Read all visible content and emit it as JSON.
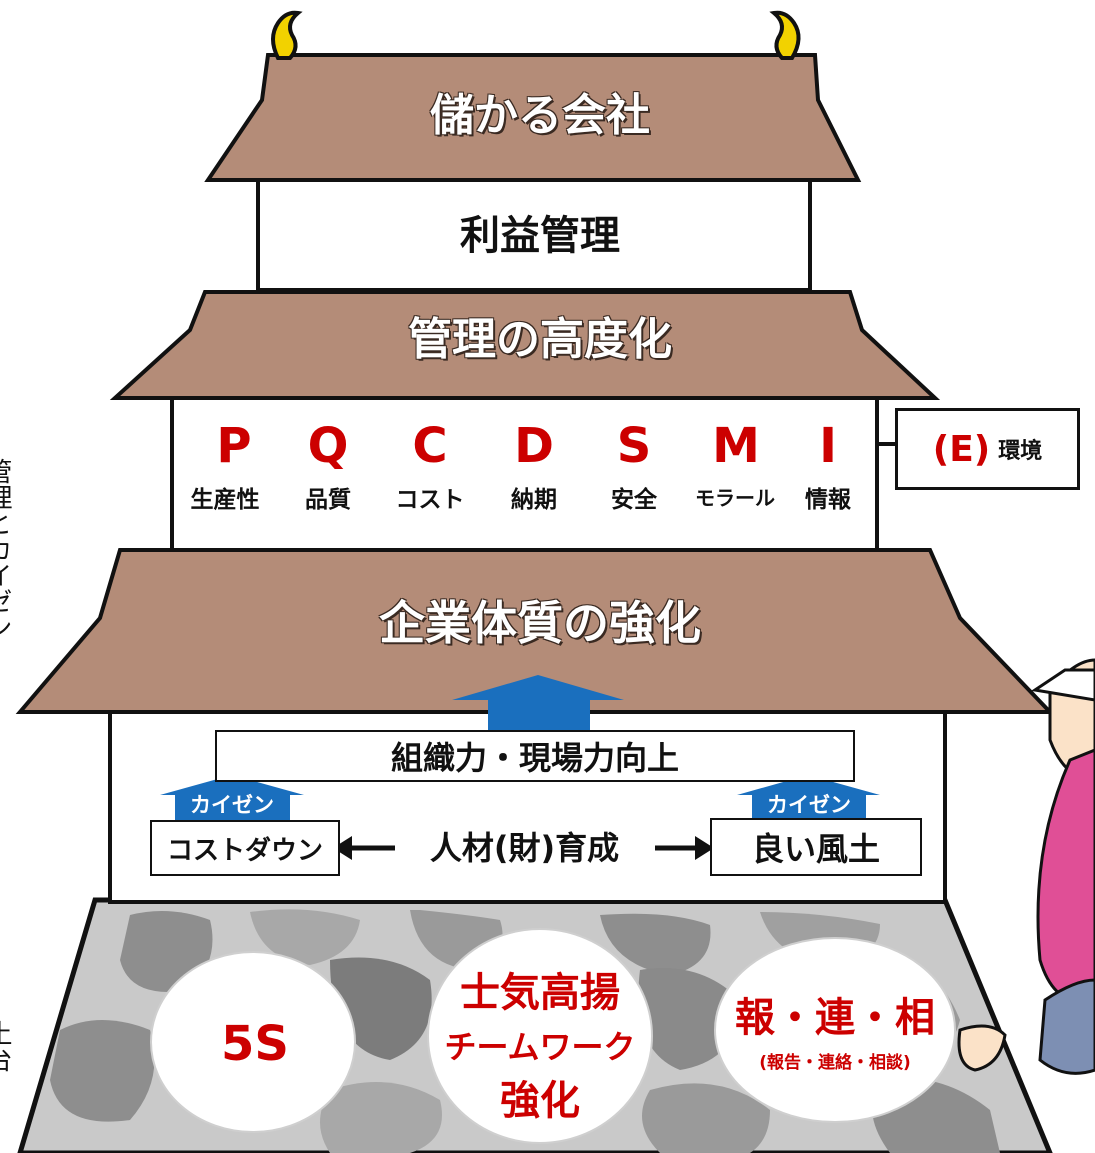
{
  "roof_top": "儲かる会社",
  "level_profit": "利益管理",
  "roof_middle": "管理の高度化",
  "pqcdsmi": [
    {
      "letter": "P",
      "label": "生産性"
    },
    {
      "letter": "Q",
      "label": "品質"
    },
    {
      "letter": "C",
      "label": "コスト"
    },
    {
      "letter": "D",
      "label": "納期"
    },
    {
      "letter": "S",
      "label": "安全"
    },
    {
      "letter": "M",
      "label": "モラール"
    },
    {
      "letter": "I",
      "label": "情報"
    }
  ],
  "side_box": {
    "letter": "(E)",
    "label": "環境"
  },
  "roof_bottom": "企業体質の強化",
  "org_box": "組織力・現場力向上",
  "kaizen_left": "カイゼン",
  "kaizen_right": "カイゼン",
  "cost_down": "コストダウン",
  "hr_dev": "人材(財)育成",
  "good_culture": "良い風土",
  "stones": {
    "five_s": "5S",
    "morale": "士気高揚",
    "teamwork": "チームワーク",
    "strengthen": "強化",
    "hourensou": "報・連・相",
    "hourensou_sub": "(報告・連絡・相談)"
  },
  "side_left_top": "管理とカイゼン",
  "side_left_bottom": "土台",
  "colors": {
    "roof": "#b48c78",
    "arrow": "#1a6fbe",
    "red": "#cc0000",
    "stone": "#c7c7c7"
  }
}
